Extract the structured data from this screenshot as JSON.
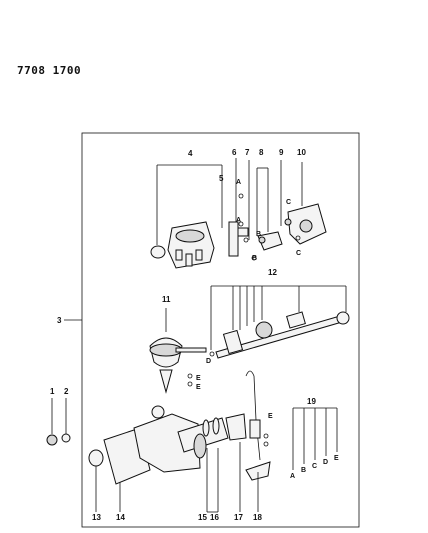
{
  "catalog_code": "7708 1700",
  "callouts": [
    "1",
    "2",
    "3",
    "4",
    "5",
    "6",
    "7",
    "8",
    "9",
    "10",
    "11",
    "12",
    "13",
    "14",
    "15",
    "16",
    "17",
    "18",
    "19"
  ],
  "letters": [
    "A",
    "B",
    "C",
    "D",
    "E"
  ]
}
